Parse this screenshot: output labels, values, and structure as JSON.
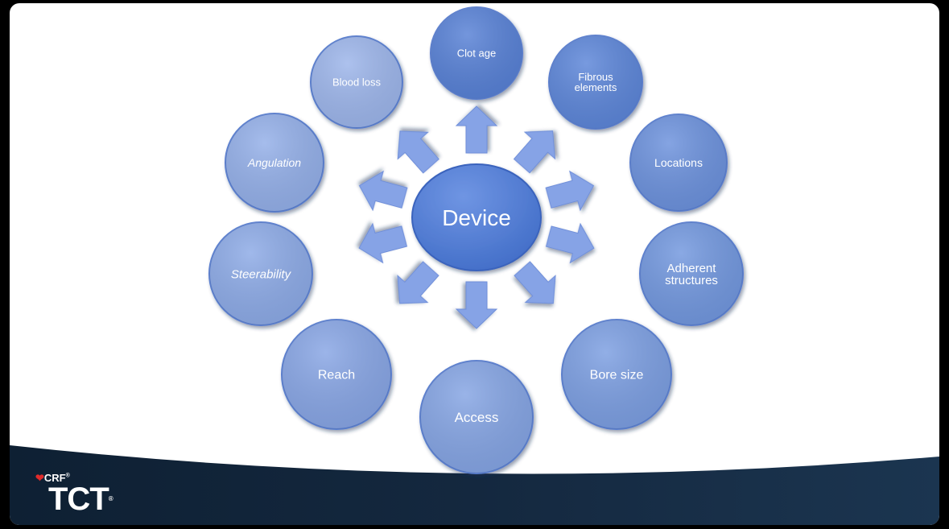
{
  "center": {
    "label": "Device"
  },
  "nodes": [
    {
      "id": "clot-age",
      "lines": [
        "Clot age"
      ]
    },
    {
      "id": "fibrous-elements",
      "lines": [
        "Fibrous",
        "elements"
      ]
    },
    {
      "id": "locations",
      "lines": [
        "Locations"
      ]
    },
    {
      "id": "adherent-structures",
      "lines": [
        "Adherent",
        "structures"
      ]
    },
    {
      "id": "bore-size",
      "lines": [
        "Bore size"
      ]
    },
    {
      "id": "access",
      "lines": [
        "Access"
      ]
    },
    {
      "id": "reach",
      "lines": [
        "Reach"
      ]
    },
    {
      "id": "steerability",
      "lines": [
        "Steerability"
      ],
      "italic": true
    },
    {
      "id": "angulation",
      "lines": [
        "Angulation"
      ],
      "italic": true
    },
    {
      "id": "blood-loss",
      "lines": [
        "Blood loss"
      ]
    }
  ],
  "logo": {
    "org": "CRF",
    "reg": "®",
    "brand": "TCT",
    "brand_reg": "®"
  },
  "colors": {
    "center": "#4a77d0",
    "bubble_dark": "#4f7fd6",
    "bubble_light": "#9ab0ea",
    "arrow": "#86a3e6",
    "footer": "#0f2236"
  }
}
